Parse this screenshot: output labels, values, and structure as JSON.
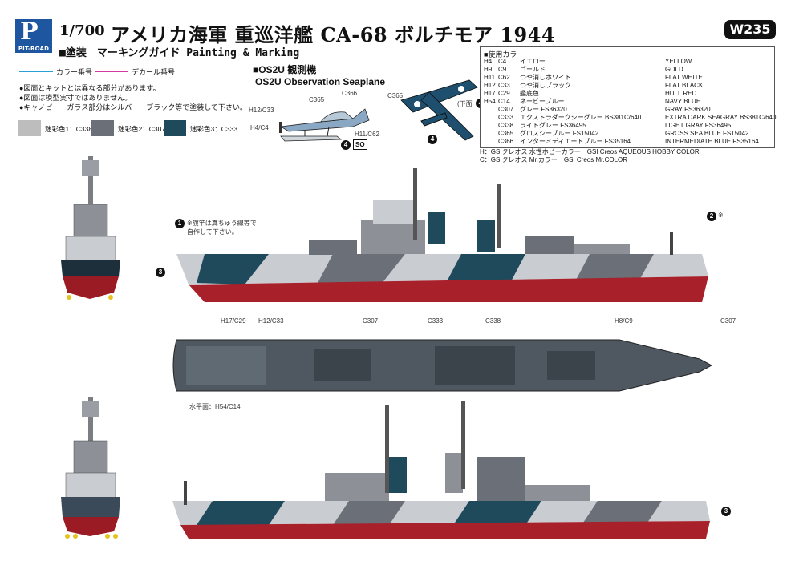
{
  "header": {
    "logo_text": "P",
    "logo_sub": "PIT-ROAD",
    "scale": "1/700",
    "title": "アメリカ海軍 重巡洋艦 CA-68 ボルチモア 1944",
    "product_code": "W235",
    "subheading": "■塗装　マーキングガイド Painting & Marking"
  },
  "legend": {
    "color_number": "カラー番号",
    "decal_number": "デカール番号",
    "color_line": "#2a9fd6",
    "decal_line": "#d63aa0"
  },
  "notes": [
    "●図面とキットとは異なる部分があります。",
    "●図面は模型実寸ではありません。",
    "●キャノピー　ガラス部分はシルバー　ブラック等で塗装して下さい。"
  ],
  "camo_swatches": [
    {
      "label": "迷彩色1：C338",
      "color": "#bdbdbd"
    },
    {
      "label": "迷彩色2：C307",
      "color": "#6b6f77"
    },
    {
      "label": "迷彩色3：C333",
      "color": "#1f4a5c"
    }
  ],
  "os2u": {
    "title_jp": "■OS2U 観測機",
    "title_en": "OS2U Observation Seaplane",
    "callouts": [
      "C365",
      "C366",
      "H12/C33",
      "H4/C4",
      "H11/C62",
      "C365",
      "(下面",
      "4",
      "SO",
      "4",
      "4"
    ]
  },
  "color_table": {
    "heading": "■使用カラー",
    "rows": [
      {
        "h": "H4",
        "c": "C4",
        "jp": "イエロー",
        "en": "YELLOW"
      },
      {
        "h": "H9",
        "c": "C9",
        "jp": "ゴールド",
        "en": "GOLD"
      },
      {
        "h": "H11",
        "c": "C62",
        "jp": "つや消しホワイト",
        "en": "FLAT WHITE"
      },
      {
        "h": "H12",
        "c": "C33",
        "jp": "つや消しブラック",
        "en": "FLAT BLACK"
      },
      {
        "h": "H17",
        "c": "C29",
        "jp": "艦底色",
        "en": "HULL RED"
      },
      {
        "h": "H54",
        "c": "C14",
        "jp": "ネービーブルー",
        "en": "NAVY BLUE"
      },
      {
        "h": "",
        "c": "C307",
        "jp": "グレー FS36320",
        "en": "GRAY FS36320"
      },
      {
        "h": "",
        "c": "C333",
        "jp": "エクストラダークシーグレー BS381C/640",
        "en": "EXTRA DARK SEAGRAY BS381C/640"
      },
      {
        "h": "",
        "c": "C338",
        "jp": "ライトグレー FS36495",
        "en": "LIGHT GRAY FS36495"
      },
      {
        "h": "",
        "c": "C365",
        "jp": "グロスシーブルー FS15042",
        "en": "GROSS SEA BLUE FS15042"
      },
      {
        "h": "",
        "c": "C366",
        "jp": "インターミディエートブルー FS35164",
        "en": "INTERMEDIATE BLUE FS35164"
      }
    ],
    "footer": [
      "H：GSIクレオス 水性ホビーカラー　GSI Creos AQUEOUS HOBBY COLOR",
      "C：GSIクレオス Mr.カラー　GSI Creos Mr.COLOR"
    ]
  },
  "ship_profile": {
    "note": "※旗竿は真ちゅう線等で\n自作して下さい。",
    "marker_1": "1",
    "marker_2": "2",
    "marker_2_suffix": "※",
    "marker_3": "3",
    "paint_labels": [
      "H17/C29",
      "H12/C33",
      "C307",
      "C333",
      "C338",
      "H8/C9",
      "C307"
    ]
  },
  "deck_plan": {
    "label": "水平面：H54/C14"
  },
  "ship_profile_2": {
    "marker_3": "3"
  }
}
